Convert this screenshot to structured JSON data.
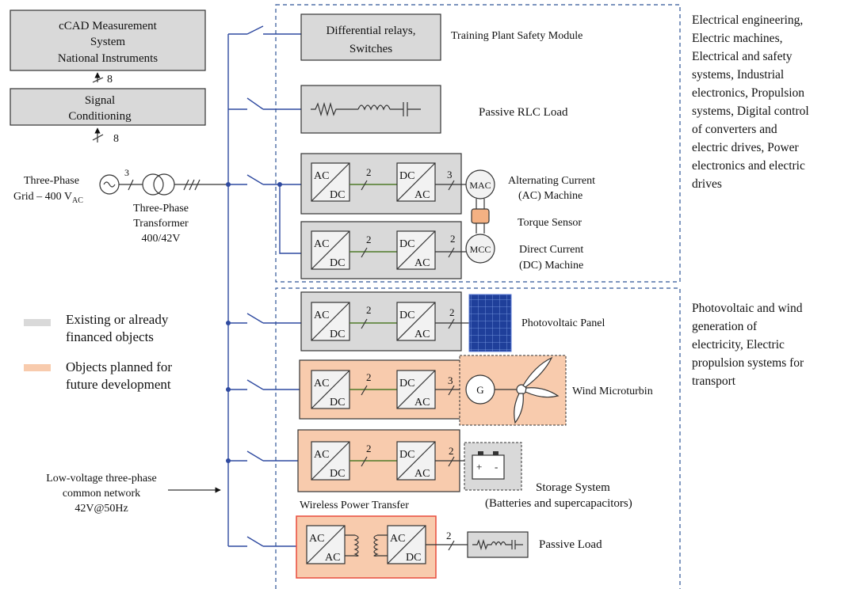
{
  "colors": {
    "existing": "#d9d9d9",
    "planned": "#f8cbad",
    "bus": "#2f4aa0",
    "wireless_border": "#e84b3c",
    "region_border": "#2f5597"
  },
  "measurement": {
    "title_l1": "cCAD Measurement",
    "title_l2": "System",
    "title_l3": "National Instruments",
    "bus_count_top": "8",
    "signal_l1": "Signal",
    "signal_l2": "Conditioning",
    "bus_count_bottom": "8"
  },
  "grid": {
    "label_l1": "Three-Phase",
    "label_l2": "Grid – 400 V",
    "label_sub": "AC",
    "phase_count": "3",
    "transformer_l1": "Three-Phase",
    "transformer_l2": "Transformer",
    "transformer_l3": "400/42V"
  },
  "legend": {
    "existing_l1": "Existing or already",
    "existing_l2": "financed objects",
    "planned_l1": "Objects planned for",
    "planned_l2": "future development"
  },
  "network": {
    "l1": "Low-voltage three-phase",
    "l2": "common network",
    "l3": "42V@50Hz"
  },
  "safety": {
    "box_l1": "Differential relays,",
    "box_l2": "Switches",
    "label": "Training Plant Safety Module"
  },
  "rlc": {
    "label": "Passive RLC Load"
  },
  "converters": {
    "ac": "AC",
    "dc": "DC",
    "n2": "2",
    "n3": "3"
  },
  "machines": {
    "mac": "MAC",
    "mcc": "MCC",
    "ac_l1": "Alternating Current",
    "ac_l2": "(AC) Machine",
    "torque": "Torque Sensor",
    "dc_l1": "Direct Current",
    "dc_l2": "(DC) Machine"
  },
  "pv": {
    "label": "Photovoltaic Panel"
  },
  "wind": {
    "gen": "G",
    "label": "Wind Microturbin"
  },
  "storage": {
    "plus": "+",
    "minus": "-",
    "label_l1": "Storage System",
    "label_l2": "(Batteries and supercapacitors)"
  },
  "wireless": {
    "title": "Wireless Power Transfer",
    "label": "Passive Load"
  },
  "descriptions": {
    "top": [
      "Electrical engineering,",
      "Electric machines,",
      "Electrical and safety",
      "systems, Industrial",
      "electronics, Propulsion",
      "systems, Digital control",
      "of converters and",
      "electric drives, Power",
      "electronics and electric",
      "drives"
    ],
    "bottom": [
      "Photovoltaic and wind",
      "generation of",
      "electricity, Electric",
      "propulsion systems for",
      "transport"
    ]
  }
}
